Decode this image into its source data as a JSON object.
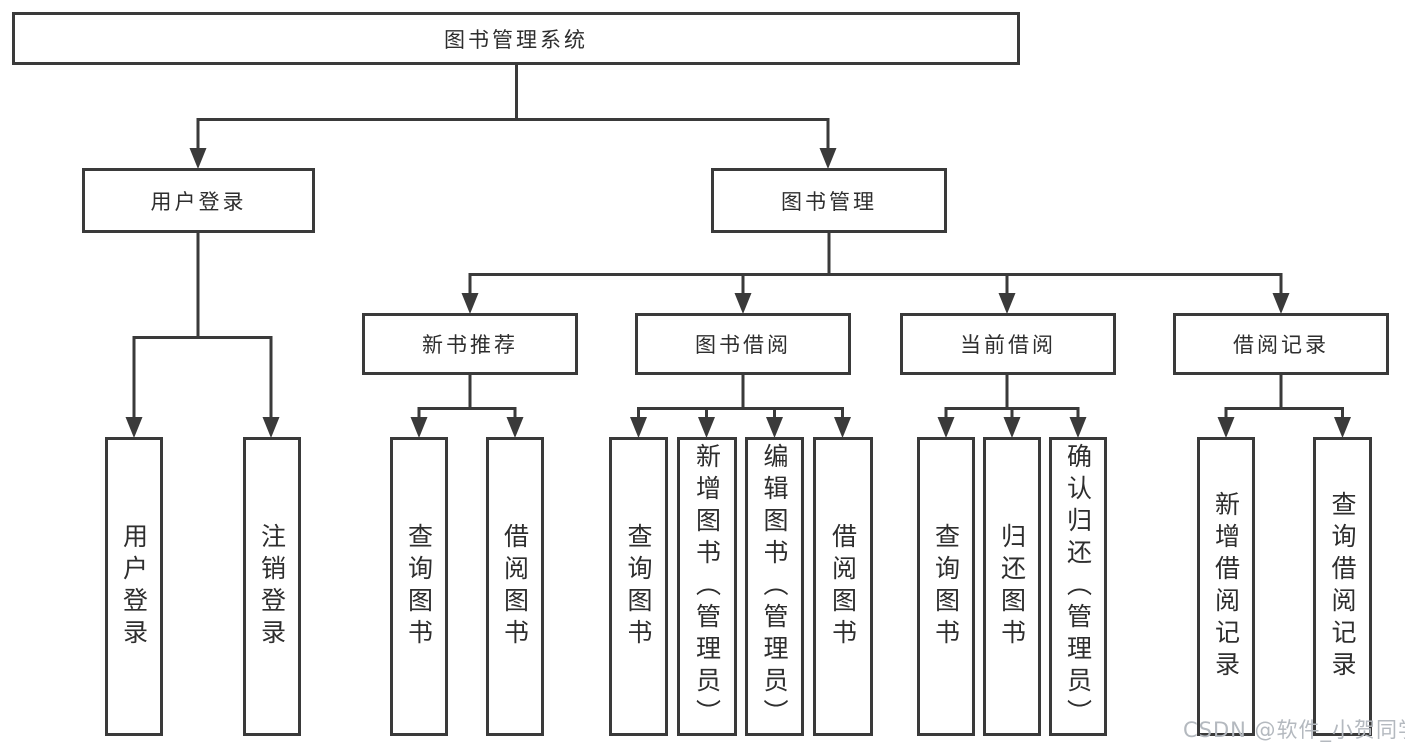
{
  "diagram": {
    "title": "图书管理系统",
    "type": "hierarchy-tree",
    "colors": {
      "background": "#ffffff",
      "box_border": "#3a3a3a",
      "connector_line": "#3a3a3a",
      "text": "#2e2e2e",
      "watermark_text": "#b4b9bf"
    },
    "tree": {
      "label": "图书管理系统",
      "children": [
        {
          "label": "用户登录",
          "children": [
            {
              "label": "用户登录"
            },
            {
              "label": "注销登录"
            }
          ]
        },
        {
          "label": "图书管理",
          "children": [
            {
              "label": "新书推荐",
              "children": [
                {
                  "label": "查询图书"
                },
                {
                  "label": "借阅图书"
                }
              ]
            },
            {
              "label": "图书借阅",
              "children": [
                {
                  "label": "查询图书"
                },
                {
                  "label": "新增图书（管理员）"
                },
                {
                  "label": "编辑图书（管理员）"
                },
                {
                  "label": "借阅图书"
                }
              ]
            },
            {
              "label": "当前借阅",
              "children": [
                {
                  "label": "查询图书"
                },
                {
                  "label": "归还图书"
                },
                {
                  "label": "确认归还（管理员）"
                }
              ]
            },
            {
              "label": "借阅记录",
              "children": [
                {
                  "label": "新增借阅记录"
                },
                {
                  "label": "查询借阅记录"
                }
              ]
            }
          ]
        }
      ]
    },
    "watermark": "CSDN @软件_小贺同学"
  }
}
